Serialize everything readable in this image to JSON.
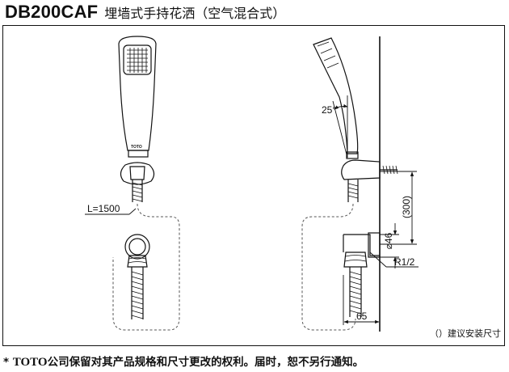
{
  "header": {
    "model": "DB200CAF",
    "product_name": "埋墙式手持花洒（空气混合式）"
  },
  "labels": {
    "hose_length": "L=1500",
    "angle": "25°",
    "dim_300": "(300)",
    "dim_46": "46",
    "dim_diameter_symbol": "⌀",
    "thread": "R1/2",
    "dim_65": "65",
    "brand_on_handset": "TOTO"
  },
  "legend": "（）建议安装尺寸",
  "footer": {
    "star": "*",
    "brand": "TOTO",
    "notice": "公司保留对其产品规格和尺寸更改的权利。届时，恕不另行通知。"
  }
}
